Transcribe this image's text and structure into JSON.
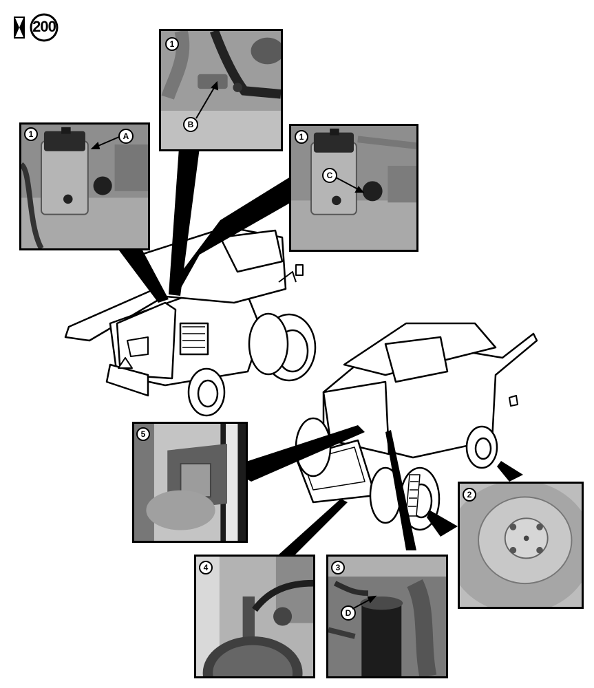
{
  "service_interval": {
    "hours": "200"
  },
  "photos": [
    {
      "key": "engine-fuel-filter-A",
      "step": "1",
      "callout": "A"
    },
    {
      "key": "engine-fuel-line-B",
      "step": "1",
      "callout": "B"
    },
    {
      "key": "engine-fuel-filter-C",
      "step": "1",
      "callout": "C"
    },
    {
      "key": "cab-air-filter",
      "step": "5"
    },
    {
      "key": "wheel-hub",
      "step": "2"
    },
    {
      "key": "belt-tensioner",
      "step": "4"
    },
    {
      "key": "hydraulic-filter-D",
      "step": "3",
      "callout": "D"
    }
  ]
}
